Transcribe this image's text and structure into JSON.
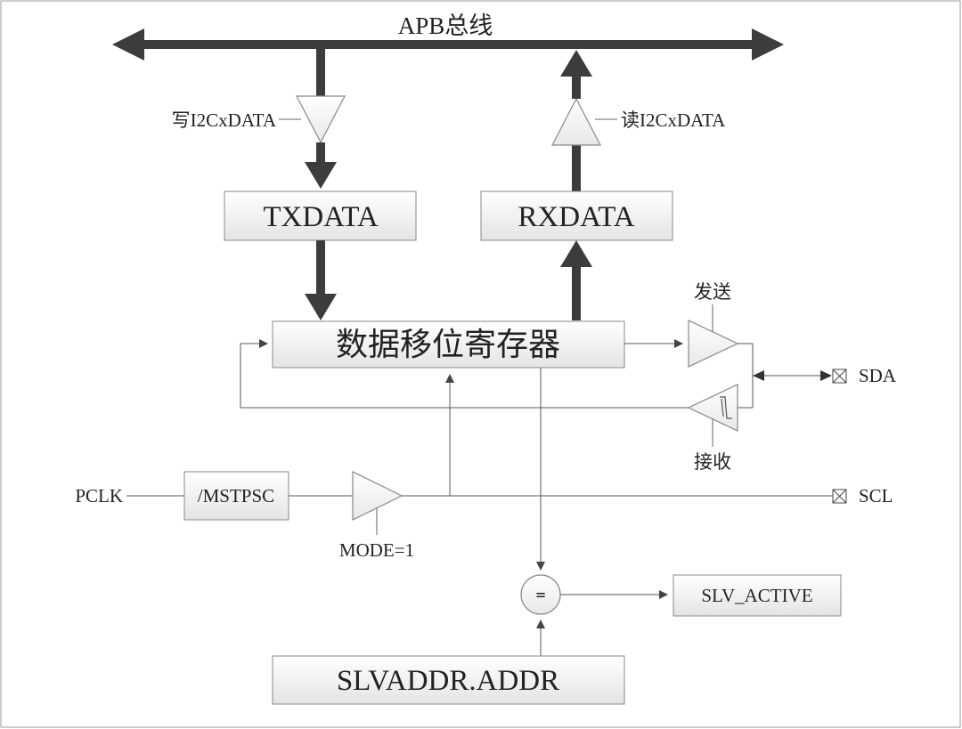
{
  "bus": {
    "label": "APB总线"
  },
  "labels": {
    "write": "写I2CxDATA",
    "read": "读I2CxDATA",
    "send": "发送",
    "receive": "接收",
    "mode": "MODE=1",
    "eq": "="
  },
  "blocks": {
    "txdata": "TXDATA",
    "rxdata": "RXDATA",
    "shift_register": "数据移位寄存器",
    "mstpsc": "/MSTPSC",
    "slv_active": "SLV_ACTIVE",
    "slvaddr": "SLVADDR.ADDR"
  },
  "pins": {
    "pclk": "PCLK",
    "sda": "SDA",
    "scl": "SCL"
  },
  "colors": {
    "bus": "#3c3c3c",
    "line": "#555555",
    "box_border": "#8a8a8a",
    "box_fill_top": "#ffffff",
    "box_fill_bottom": "#e6e6e6"
  }
}
